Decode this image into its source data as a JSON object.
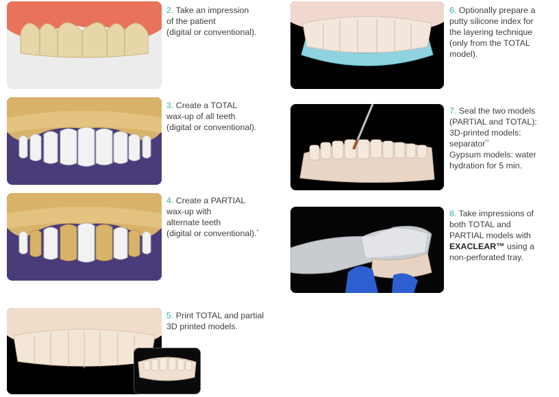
{
  "steps": [
    {
      "number": "2.",
      "lines": [
        "Take an impression",
        "of the patient",
        "(digital or conventional)."
      ]
    },
    {
      "number": "3.",
      "lines": [
        "Create a TOTAL",
        "wax-up of all teeth",
        "(digital or conventional)."
      ]
    },
    {
      "number": "4.",
      "lines": [
        "Create a PARTIAL",
        "wax-up with",
        "alternate teeth",
        "(digital or conventional)."
      ],
      "mark": "*"
    },
    {
      "number": "5.",
      "lines": [
        "Print TOTAL and partial",
        "3D printed models."
      ]
    },
    {
      "number": "6.",
      "lines": [
        "Optionally prepare a",
        "putty silicone index for",
        "the layering technique",
        "(only from the TOTAL",
        "model)."
      ]
    },
    {
      "number": "7.",
      "lines": [
        "Seal the two models",
        "(PARTIAL and TOTAL):",
        "3D-printed models:",
        "separator",
        "Gypsum models: water",
        "hydration for 5 min."
      ],
      "mark": "**"
    },
    {
      "number": "8.",
      "lines": [
        "Take impressions of",
        "both TOTAL and",
        "PARTIAL models with",
        "using a",
        "non-perforated tray."
      ],
      "brand": "EXACLEAR™"
    }
  ],
  "colors": {
    "accent": "#2bb3b0",
    "wax": "#d9b36a",
    "purple_bg": "#4a3c7a",
    "black_bg": "#000000",
    "putty": "#8fd3e0",
    "gum": "#e8735a"
  }
}
